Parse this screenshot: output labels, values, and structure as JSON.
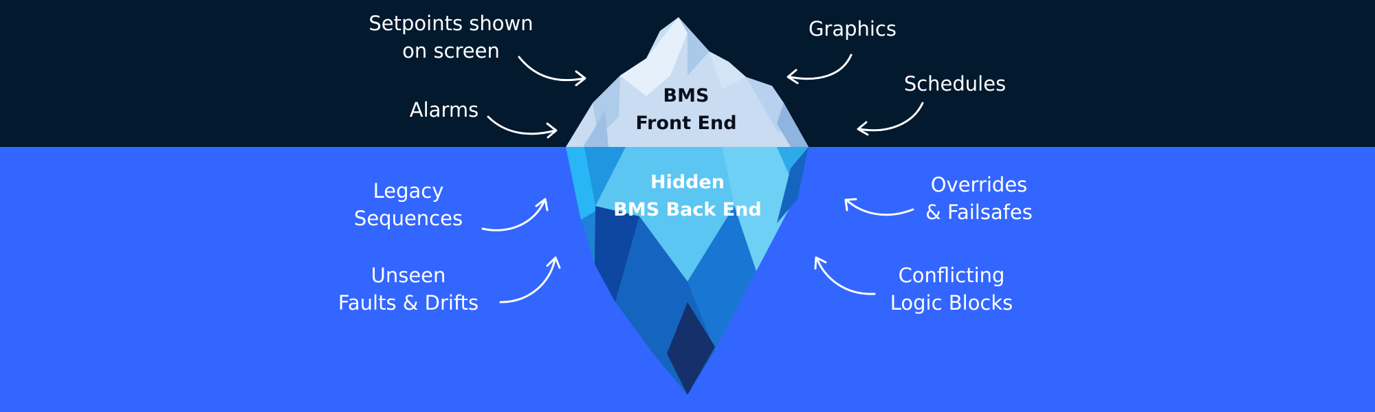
{
  "colors": {
    "sky": "#03192e",
    "water": "#3366ff",
    "ice_top": "#c9dcf2",
    "ice_under": "#1e88e5",
    "label_text": "#ffffff",
    "front_end_text": "#0b0f1c"
  },
  "iceberg": {
    "front_end": [
      "BMS",
      "Front End"
    ],
    "back_end": [
      "Hidden",
      "BMS Back End"
    ]
  },
  "above_waterline": [
    {
      "id": "setpoints",
      "lines": [
        "Setpoints shown",
        "on screen"
      ]
    },
    {
      "id": "graphics",
      "lines": [
        "Graphics"
      ]
    },
    {
      "id": "alarms",
      "lines": [
        "Alarms"
      ]
    },
    {
      "id": "schedules",
      "lines": [
        "Schedules"
      ]
    }
  ],
  "below_waterline": [
    {
      "id": "legacy",
      "lines": [
        "Legacy",
        "Sequences"
      ]
    },
    {
      "id": "overrides",
      "lines": [
        "Overrides",
        "& Failsafes"
      ]
    },
    {
      "id": "unseen",
      "lines": [
        "Unseen",
        "Faults & Drifts"
      ]
    },
    {
      "id": "conflicting",
      "lines": [
        "Conflicting",
        "Logic Blocks"
      ]
    }
  ]
}
